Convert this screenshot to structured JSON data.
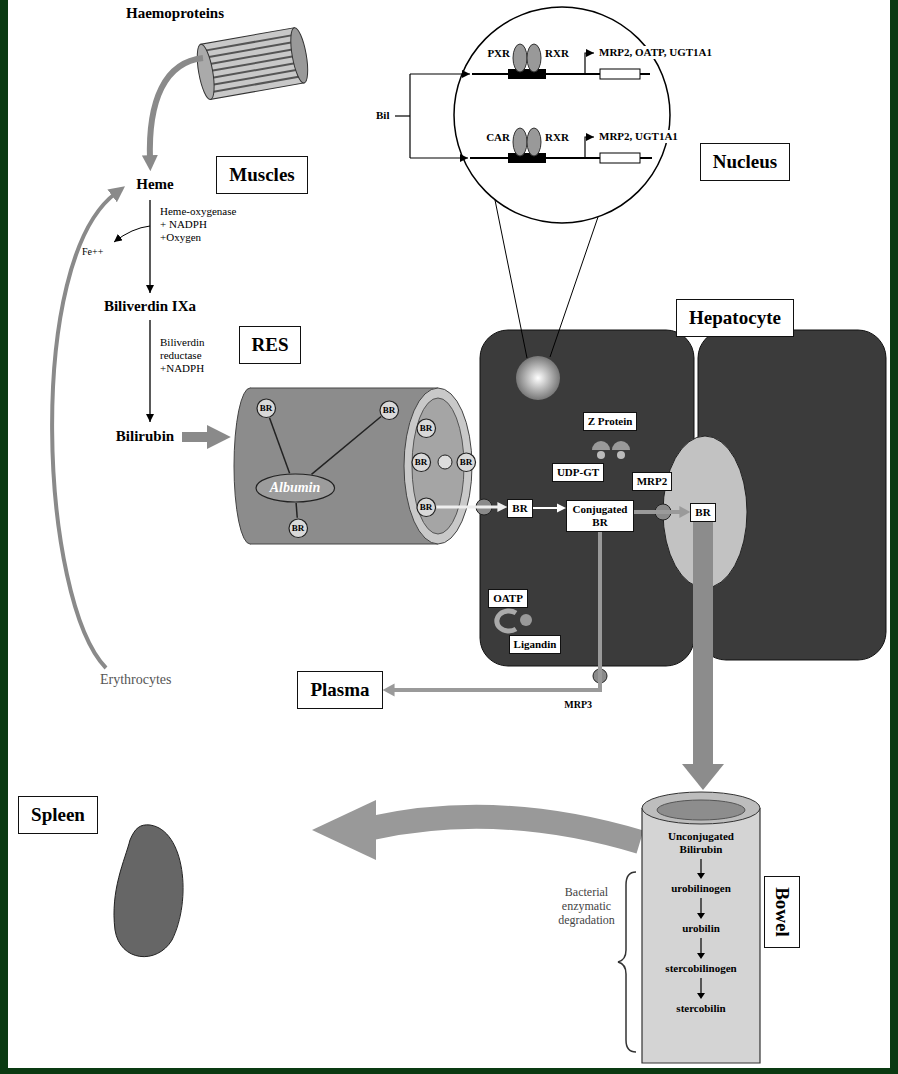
{
  "diagram": {
    "nodes": [
      {
        "text": [
          "Muscles"
        ]
      },
      {
        "text": [
          "Nucleus"
        ]
      },
      {
        "text": [
          "RES"
        ]
      },
      {
        "text": [
          "Hepatocyte"
        ]
      },
      {
        "text": [
          "BR"
        ]
      },
      {
        "text": [
          "BR"
        ]
      },
      {
        "text": [
          "Z Protein"
        ]
      },
      {
        "text": [
          "BR"
        ]
      },
      {
        "text": [
          "BR"
        ]
      },
      {
        "text": [
          "BR"
        ]
      },
      {
        "text": [
          "UDP-GT"
        ]
      },
      {
        "text": [
          "MRP2"
        ]
      },
      {
        "text": [
          "Albumin"
        ]
      },
      {
        "text": [
          "BR"
        ]
      },
      {
        "text": [
          "BR"
        ]
      },
      {
        "text": [
          "Conjugated BR"
        ]
      },
      {
        "text": [
          "BR"
        ]
      },
      {
        "text": [
          "BR"
        ]
      },
      {
        "text": [
          "OATP"
        ]
      },
      {
        "text": [
          "Ligandin"
        ]
      },
      {
        "text": [
          "Plasma"
        ]
      },
      {
        "text": [
          "Spleen"
        ]
      },
      {
        "text": [
          "Unconjugated Bilirubin",
          "urobilinogen",
          "urobilin",
          "stercobilinogen",
          "stercobilin"
        ]
      },
      {
        "text": [
          "Bowel"
        ]
      }
    ],
    "edges": [
      {
        "from": 12,
        "to": 4,
        "arrow": "none"
      },
      {
        "from": 12,
        "to": 5,
        "arrow": "none"
      },
      {
        "from": 12,
        "to": 17,
        "arrow": "none"
      },
      {
        "from": 13,
        "to": 14,
        "arrow": "to"
      },
      {
        "from": 14,
        "to": 15,
        "arrow": "to"
      },
      {
        "from": 15,
        "to": 16,
        "arrow": "to"
      },
      {
        "from": 15,
        "to": 20,
        "arrow": "to"
      },
      {
        "from": 16,
        "to": 22,
        "arrow": "to"
      }
    ],
    "labels": [
      "Haemoproteins",
      "Heme",
      "Fe++",
      "Heme-oxygenase + NADPH +Oxygen",
      "Biliverdin IXa",
      "Biliverdin reductase +NADPH",
      "Bilirubin",
      "Bil",
      "PXR",
      "RXR",
      "MRP2, OATP, UGT1A1",
      "CAR",
      "RXR",
      "MRP2, UGT1A1",
      "MRP3",
      "Erythrocytes",
      "Bacterial enzymatic degradation"
    ]
  }
}
